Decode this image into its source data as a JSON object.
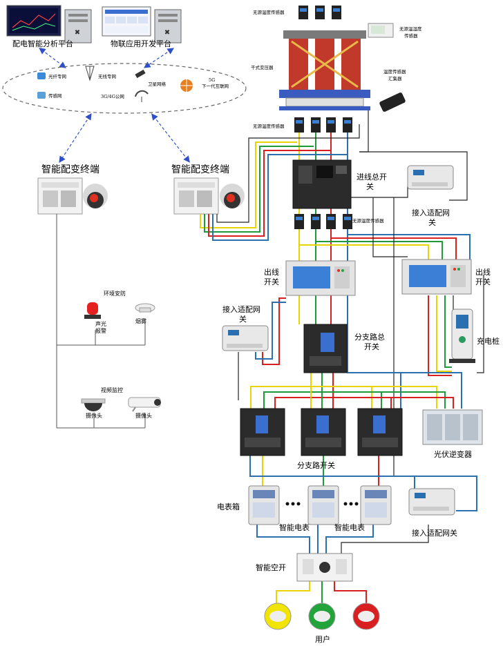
{
  "platforms": {
    "analysis": "配电智能分析平台",
    "iot_dev": "物联应用开发平台"
  },
  "network": {
    "fiber": "光纤专网",
    "wireless": "无线专网",
    "satellite": "卫星网络",
    "fiveg_line1": "5G",
    "fiveg_line2": "下一代互联网",
    "sensor_net": "传感网",
    "cell": "3G/4G公网"
  },
  "terminals": {
    "left": "智能配变终端",
    "right": "智能配变终端"
  },
  "env_security": {
    "title": "环境安防",
    "alarm_line1": "声光",
    "alarm_line2": "报警",
    "smoke": "烟雾"
  },
  "video": {
    "title": "视频监控",
    "cam1": "摄像头",
    "cam2": "摄像头"
  },
  "sensors": {
    "top_temp": "无源温度传感器",
    "humidity_line1": "无源温湿度",
    "humidity_line2": "传感器",
    "transformer": "干式变压器",
    "collector_line1": "温度传感器",
    "collector_line2": "汇集器",
    "mid_temp": "无源温度传感器",
    "lower_temp": "无源温度传感器"
  },
  "switchgear": {
    "main_switch_line1": "进线总开",
    "main_switch_line2": "关",
    "gateway1_line1": "接入适配网",
    "gateway1_line2": "关",
    "out_left_line1": "出线",
    "out_left_line2": "开关",
    "out_right_line1": "出线",
    "out_right_line2": "开关",
    "gateway2_line1": "接入适配网",
    "gateway2_line2": "关",
    "branch_main_line1": "分支路总",
    "branch_main_line2": "开关",
    "charger": "充电桩",
    "branch_switch": "分支路开关",
    "pv_inverter": "光伏逆变器",
    "meter_box": "电表箱",
    "meter1": "智能电表",
    "meter2": "智能电表",
    "gateway3": "接入适配网关",
    "smart_breaker": "智能空开",
    "user": "用户"
  },
  "colors": {
    "yellow": "#e8d400",
    "green": "#1f9a3a",
    "red": "#d82020",
    "blue": "#2a6fb0",
    "black": "#222222",
    "dashed_blue": "#2f4fc8",
    "transformer": "#c0392b"
  }
}
